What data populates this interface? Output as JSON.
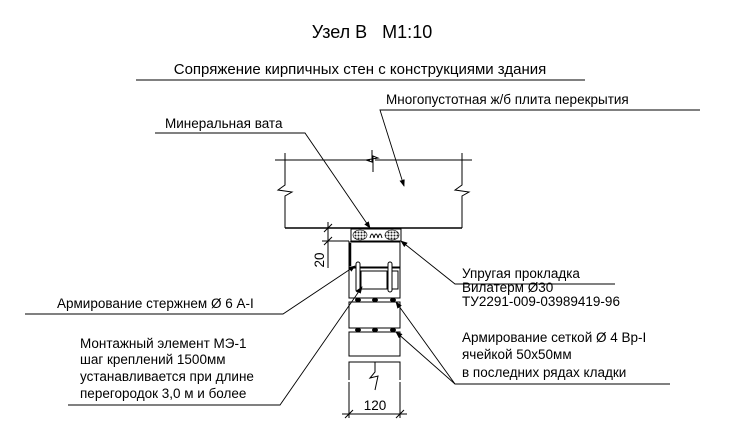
{
  "title": "Узел В   М1:10",
  "subtitle": "Сопряжение кирпичных стен с конструкциями здания",
  "labels": {
    "slab": "Многопустотная ж/б плита перекрытия",
    "wool": "Минеральная вата",
    "gasket": [
      "Упругая прокладка",
      "Вилатерм Ø30",
      "ТУ2291-009-03989419-96"
    ],
    "rod": "Армирование стержнем Ø 6 А-I",
    "mesh": [
      "Армирование сеткой Ø 4 Вр-I",
      "ячейкой 50x50мм",
      "в последних рядах кладки"
    ],
    "mount": [
      "Монтажный элемент МЭ-1",
      "шаг креплений 1500мм",
      "устанавливается при длине",
      "перегородок 3,0 м и более"
    ]
  },
  "dimensions": {
    "gap": "20",
    "width": "120"
  }
}
